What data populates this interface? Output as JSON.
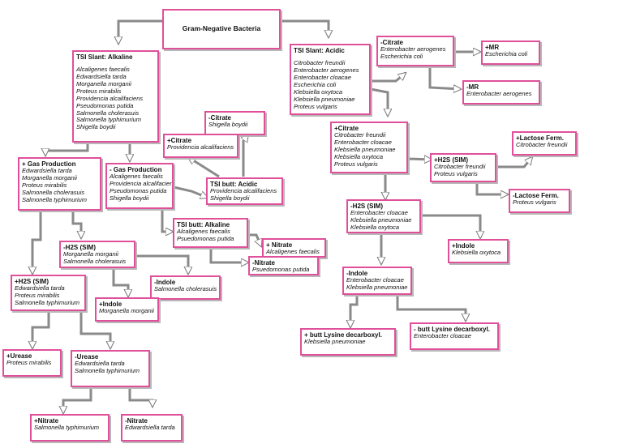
{
  "title": "Gram-Negative Bacteria",
  "nodes": {
    "tsi_alk": {
      "title": "TSI Slant: Alkaline",
      "items": [
        "Alcaligenes faecalis",
        "Edwardsiella tarda",
        "Morganella morganii",
        "Proteus mirabilis",
        "Providencia alcalifaciens",
        "Pseudomonas putida",
        "Salmonella cholerasuis",
        "Salmonella typhimurium",
        "Shigella boydii"
      ]
    },
    "tsi_acid": {
      "title": "TSI Slant: Acidic",
      "items": [
        "Citrobacter freundii",
        "Enterobacter aerogenes",
        "Enterobacter cloacae",
        "Escherichia coli",
        "Klebsiella oxytoca",
        "Klebsiella pneumoniae",
        "Proteus vulgaris"
      ]
    },
    "neg_citrate_top": {
      "title": "-Citrate",
      "items": [
        "Enterobacter aerogenes",
        "Escherichia coli"
      ]
    },
    "pos_mr": {
      "title": "+MR",
      "items": [
        "Escherichia coli"
      ]
    },
    "neg_mr": {
      "title": "-MR",
      "items": [
        "Enterobacter aerogenes"
      ]
    },
    "pos_citrate_right": {
      "title": "+Citrate",
      "items": [
        "Citrobacter freundii",
        "Enterobacter cloacae",
        "Klebsiella pneumoniae",
        "Klebsiella oxytoca",
        "Proteus vulgaris"
      ]
    },
    "pos_lactose": {
      "title": "+Lactose Ferm.",
      "items": [
        "Citrobacter freundii"
      ]
    },
    "pos_h2s_right": {
      "title": "+H2S (SIM)",
      "items": [
        "Citrobacter freundii",
        "Proteus vulgaris"
      ]
    },
    "neg_lactose": {
      "title": "-Lactose Ferm.",
      "items": [
        "Proteus vulgaris"
      ]
    },
    "neg_h2s_right": {
      "title": "-H2S (SIM)",
      "items": [
        "Enterobacter cloacae",
        "Klebsiella pneumoniae",
        "Klebsiella oxytoca"
      ]
    },
    "pos_indole_right": {
      "title": "+Indole",
      "items": [
        "Klebsiella oxytoca"
      ]
    },
    "neg_indole_right": {
      "title": "-Indole",
      "items": [
        "Enterobacter cloacae",
        "Klebsiella pneumoniae"
      ]
    },
    "pos_butt_lys": {
      "title": "+ butt Lysine decarboxyl.",
      "items": [
        "Klebsiella pneumoniae"
      ]
    },
    "neg_butt_lys": {
      "title": "- butt Lysine decarboxyl.",
      "items": [
        "Enterobacter cloacae"
      ]
    },
    "neg_citrate_mid": {
      "title": "-Citrate",
      "items": [
        "Shigella boydii"
      ]
    },
    "pos_citrate_mid": {
      "title": "+Citrate",
      "items": [
        "Providencia alcalifaciens"
      ]
    },
    "tsi_butt_acid": {
      "title": "TSI butt: Acidic",
      "items": [
        "Providencia alcalifaciens",
        "Shigella boydii"
      ]
    },
    "pos_gas": {
      "title": "+ Gas Production",
      "items": [
        "Edwardsiella tarda",
        "Morganella morganii",
        "Proteus mirabilis",
        "Salmonella cholerasuis",
        "Salmonella typhimurium"
      ]
    },
    "neg_gas": {
      "title": "- Gas Production",
      "items": [
        "Alcaligenes faecalis",
        "Providencia alcalifaciens",
        "Pseudomonas putida",
        "Shigella boydii"
      ]
    },
    "tsi_butt_alk": {
      "title": "TSI butt: Alkaline",
      "items": [
        "Alcaligenes faecalis",
        "Psuedomonas putida"
      ]
    },
    "pos_nitrate_mid": {
      "title": "+ Nitrate",
      "items": [
        "Alcaligenes faecalis"
      ]
    },
    "neg_nitrate_mid": {
      "title": "-Nitrate",
      "items": [
        "Psuedomonas putida"
      ]
    },
    "neg_h2s_left": {
      "title": "-H2S (SIM)",
      "items": [
        "Morganella morganii",
        "Salmonella cholerasuis"
      ]
    },
    "neg_indole_left": {
      "title": "-Indole",
      "items": [
        "Salmonella cholerasuis"
      ]
    },
    "pos_indole_left": {
      "title": "+Indole",
      "items": [
        "Morganella morganii"
      ]
    },
    "pos_h2s_left": {
      "title": "+H2S (SIM)",
      "items": [
        "Edwardsiella tarda",
        "Proteus mirabilis",
        "Salmonella typhimurium"
      ]
    },
    "pos_urease": {
      "title": "+Urease",
      "items": [
        "Proteus mirabilis"
      ]
    },
    "neg_urease": {
      "title": "-Urease",
      "items": [
        "Edwardsiella tarda",
        "Salmonella typhimurium"
      ]
    },
    "pos_nitrate_low": {
      "title": "+Nitrate",
      "items": [
        "Salmonella typhimurium"
      ]
    },
    "neg_nitrate_low": {
      "title": "-Nitrate",
      "items": [
        "Edwardsiella tarda"
      ]
    }
  }
}
